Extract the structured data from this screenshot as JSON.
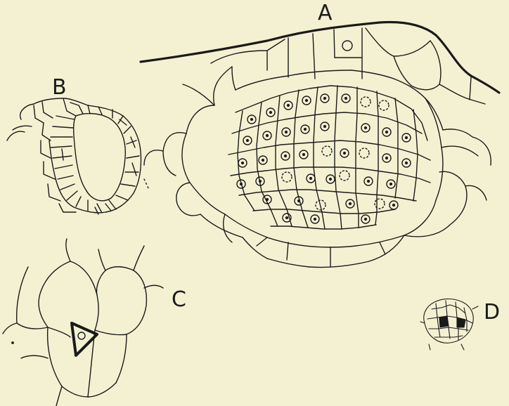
{
  "figure": {
    "background": "#f4f1d2",
    "ink": "#1a1a1a",
    "panels": [
      {
        "id": "A",
        "label": "A"
      },
      {
        "id": "B",
        "label": "B"
      },
      {
        "id": "C",
        "label": "C"
      },
      {
        "id": "D",
        "label": "D"
      }
    ]
  }
}
